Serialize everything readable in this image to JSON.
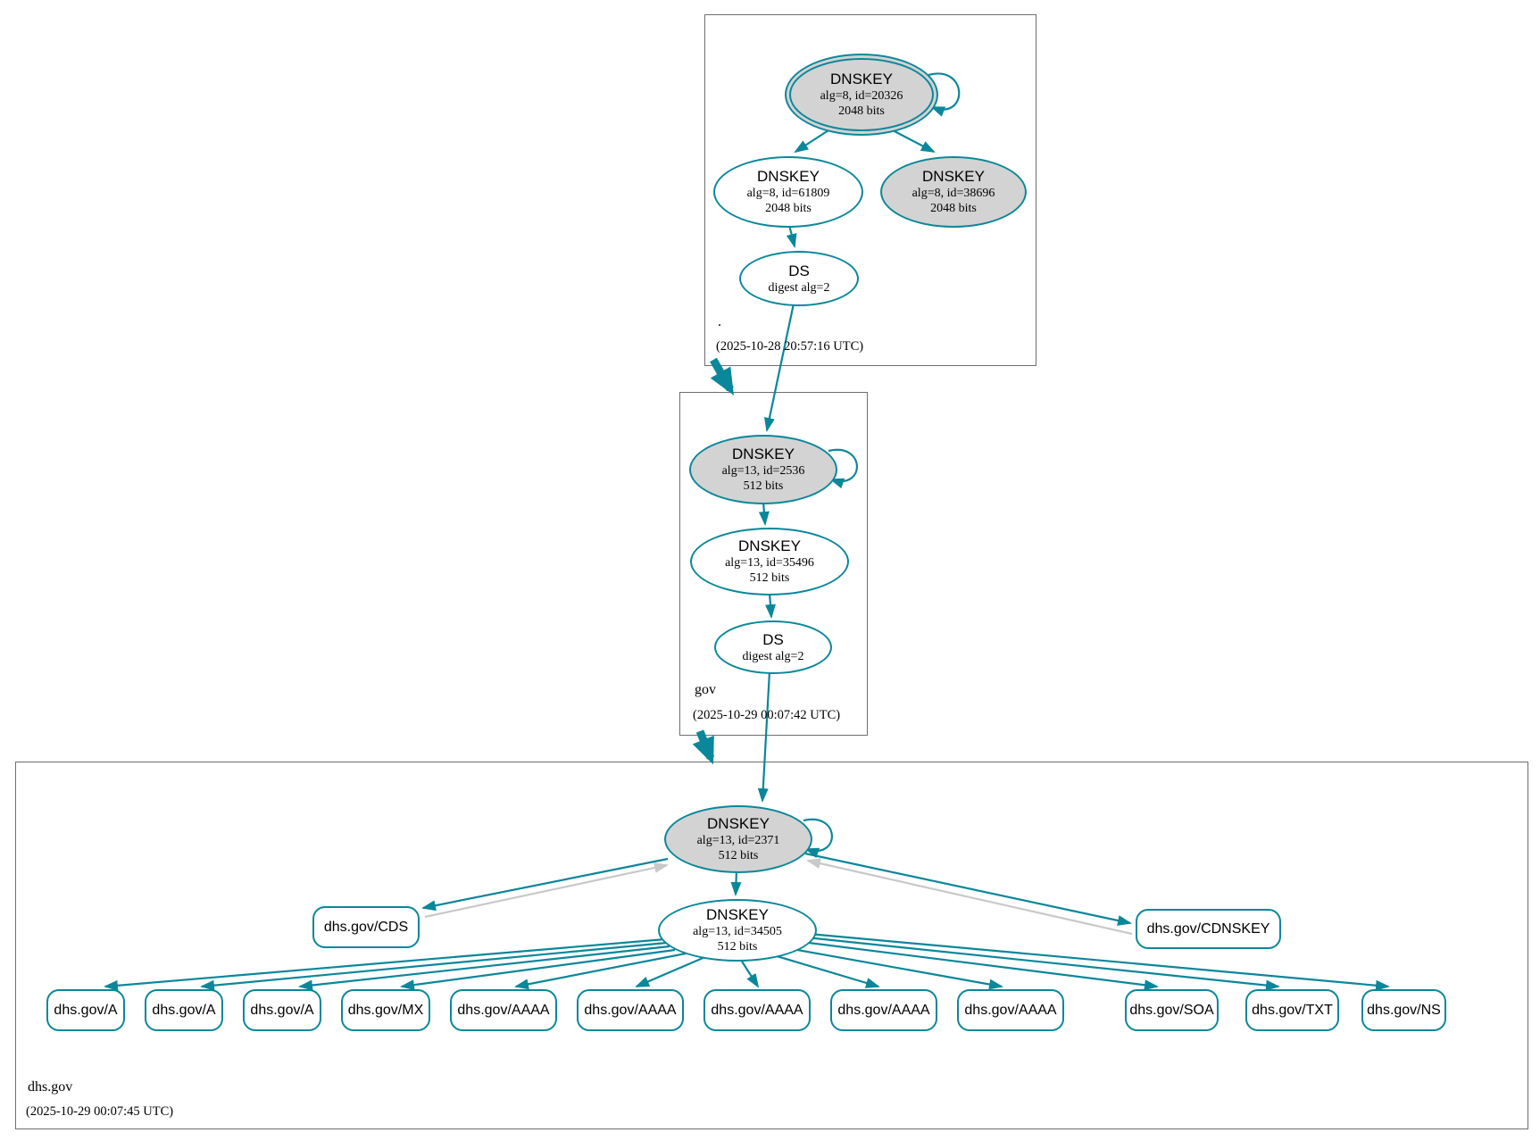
{
  "colors": {
    "teal": "#0a879a",
    "gray_fill": "#d3d3d3",
    "gray_edge": "#c9c9c9",
    "box_border": "#6e6e6e"
  },
  "zones": [
    {
      "label": ".",
      "timestamp": "(2025-10-28 20:57:16 UTC)",
      "nodes": {
        "ksk": {
          "title": "DNSKEY",
          "alg": "alg=8, id=20326",
          "bits": "2048 bits"
        },
        "zsk": {
          "title": "DNSKEY",
          "alg": "alg=8, id=61809",
          "bits": "2048 bits"
        },
        "ksk2": {
          "title": "DNSKEY",
          "alg": "alg=8, id=38696",
          "bits": "2048 bits"
        },
        "ds": {
          "title": "DS",
          "alg": "digest alg=2"
        }
      }
    },
    {
      "label": "gov",
      "timestamp": "(2025-10-29 00:07:42 UTC)",
      "nodes": {
        "ksk": {
          "title": "DNSKEY",
          "alg": "alg=13, id=2536",
          "bits": "512 bits"
        },
        "zsk": {
          "title": "DNSKEY",
          "alg": "alg=13, id=35496",
          "bits": "512 bits"
        },
        "ds": {
          "title": "DS",
          "alg": "digest alg=2"
        }
      }
    },
    {
      "label": "dhs.gov",
      "timestamp": "(2025-10-29 00:07:45 UTC)",
      "nodes": {
        "ksk": {
          "title": "DNSKEY",
          "alg": "alg=13, id=2371",
          "bits": "512 bits"
        },
        "zsk": {
          "title": "DNSKEY",
          "alg": "alg=13, id=34505",
          "bits": "512 bits"
        },
        "cds": "dhs.gov/CDS",
        "cdnskey": "dhs.gov/CDNSKEY",
        "records": [
          "dhs.gov/A",
          "dhs.gov/A",
          "dhs.gov/A",
          "dhs.gov/MX",
          "dhs.gov/AAAA",
          "dhs.gov/AAAA",
          "dhs.gov/AAAA",
          "dhs.gov/AAAA",
          "dhs.gov/AAAA",
          "dhs.gov/SOA",
          "dhs.gov/TXT",
          "dhs.gov/NS"
        ]
      }
    }
  ]
}
